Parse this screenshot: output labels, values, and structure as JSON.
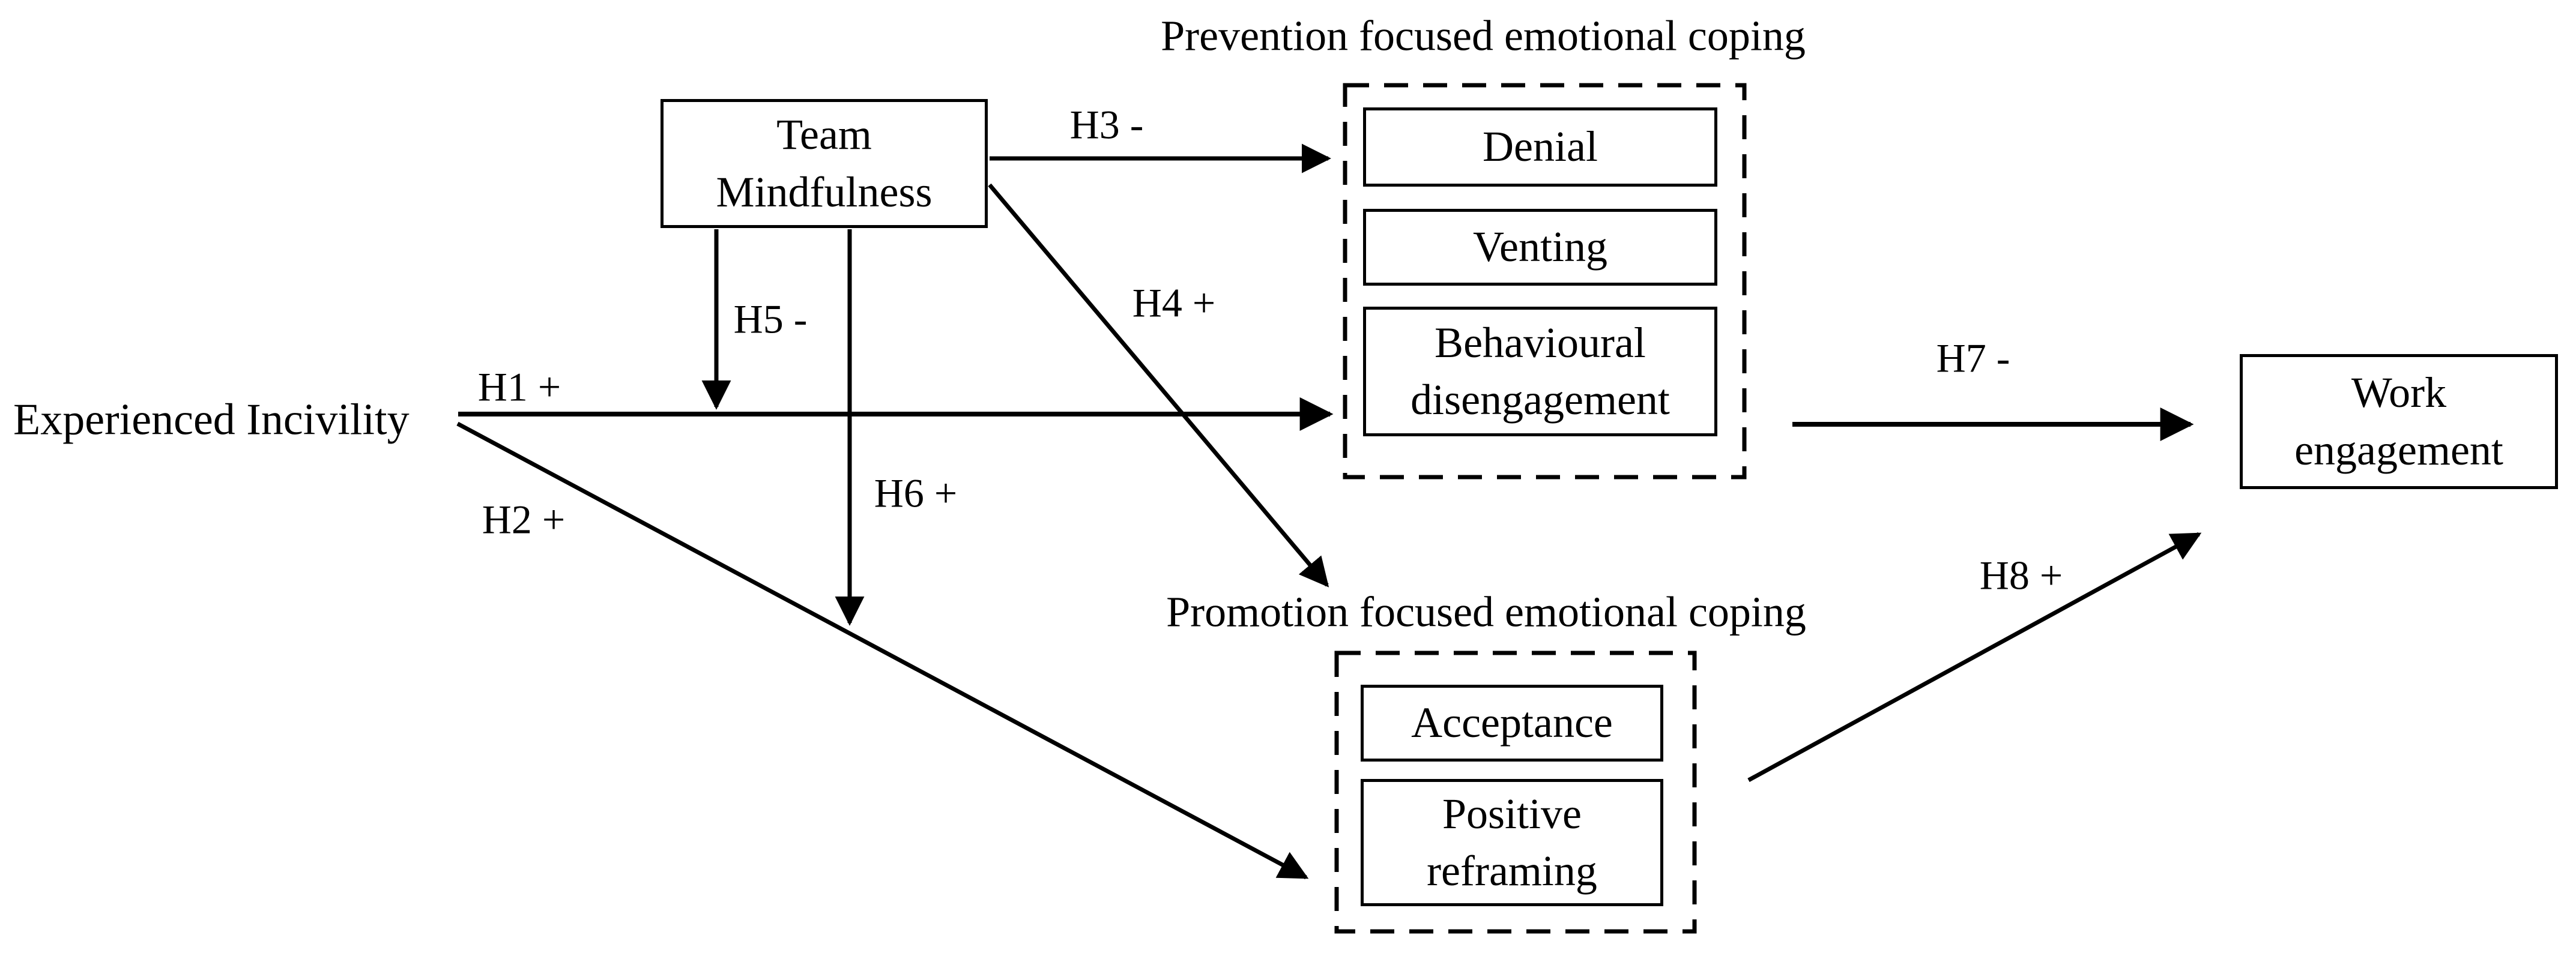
{
  "figure": {
    "background": "#ffffff",
    "line_color": "#000000",
    "nodes": {
      "experienced_incivility": {
        "label": "Experienced Incivility"
      },
      "team_mindfulness": {
        "label": "Team\nMindfulness"
      },
      "work_engagement": {
        "label": "Work\nengagement"
      }
    },
    "groups": {
      "prevention": {
        "title": "Prevention focused emotional coping",
        "items": {
          "denial": "Denial",
          "venting": "Venting",
          "behavioural_disengagement": "Behavioural\ndisengagement"
        }
      },
      "promotion": {
        "title": "Promotion focused emotional coping",
        "items": {
          "acceptance": "Acceptance",
          "positive_reframing": "Positive\nreframing"
        }
      }
    },
    "hypotheses": {
      "h1": "H1 +",
      "h2": "H2 +",
      "h3": "H3 -",
      "h4": "H4 +",
      "h5": "H5 -",
      "h6": "H6 +",
      "h7": "H7 -",
      "h8": "H8 +"
    }
  }
}
